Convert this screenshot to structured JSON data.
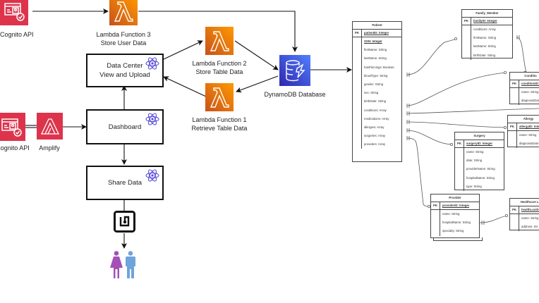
{
  "diagram": {
    "colors": {
      "cognito": "#dd344c",
      "amplify": "#dd344c",
      "lambda": "#ed7100",
      "dynamodb": "#3b48cc",
      "react": "#5a4fd8",
      "female": "#a450b5",
      "male": "#6fa4dc",
      "line": "#111111"
    },
    "nodes": {
      "cognito_top": {
        "label": "Cognito API",
        "icon": "cognito-icon"
      },
      "lambda3": {
        "line1": "Lambda Function 3",
        "line2": "Store User Data",
        "icon": "lambda-icon"
      },
      "lambda2": {
        "line1": "Lambda Function 2",
        "line2": "Store Table Data",
        "icon": "lambda-icon"
      },
      "lambda1": {
        "line1": "Lambda Function 1",
        "line2": "Retrieve Table Data",
        "icon": "lambda-icon"
      },
      "dynamodb": {
        "label": "DynamoDB Database",
        "icon": "dynamodb-icon"
      },
      "data_center": {
        "line1": "Data Center",
        "line2": "View and Upload",
        "icon": "react-icon"
      },
      "dashboard": {
        "label": "Dashboard",
        "icon": "react-icon"
      },
      "share_data": {
        "label": "Share Data",
        "icon": "react-icon"
      },
      "cognito_bottom": {
        "label": "Cognito API",
        "icon": "cognito-icon"
      },
      "amplify": {
        "label": "Amplify",
        "icon": "amplify-icon"
      },
      "nfc": {
        "icon": "nfc-tag-icon"
      },
      "users": {
        "icon": "people-icon"
      }
    },
    "tables": {
      "patient": {
        "title": "Patient",
        "pk": "patientID: Integer",
        "rows": [
          "SSN: Integer",
          "firstName: String",
          "lastName: String",
          "hasPiercings: Boolean",
          "bloodType: String",
          "gender: String",
          "sex: String",
          "birthDate: String",
          "conditions: Array",
          "medications: Array",
          "allergies: Array",
          "surgeries: Array",
          "providers: Array"
        ]
      },
      "family_member": {
        "title": "Family_Member",
        "pk": "familyID: Integer",
        "rows": [
          "conditions: Array",
          "firstName: String",
          "lastName: String",
          "birthDate: String"
        ]
      },
      "condition": {
        "title": "Conditio",
        "pk": "conditionID: I",
        "rows": [
          "name: String",
          "diagnosisDat"
        ]
      },
      "allergy": {
        "title": "Allergy",
        "pk": "allergyID: Inte",
        "rows": [
          "name: String",
          "diagnosisDate:"
        ]
      },
      "surgery": {
        "title": "Surgery",
        "pk": "surgeryID: Integer",
        "rows": [
          "name: String",
          "date: String",
          "providerName: String",
          "hospitalName: String",
          "type: String"
        ]
      },
      "provider": {
        "title": "Provider",
        "pk": "providerID: Integer",
        "rows": [
          "name: String",
          "hospitalName: String",
          "specialty: String"
        ]
      },
      "healthcare_location": {
        "title": "Healthcare Lo",
        "pk": "healthLocID:",
        "rows": [
          "name: String",
          "address: Str"
        ]
      }
    }
  }
}
